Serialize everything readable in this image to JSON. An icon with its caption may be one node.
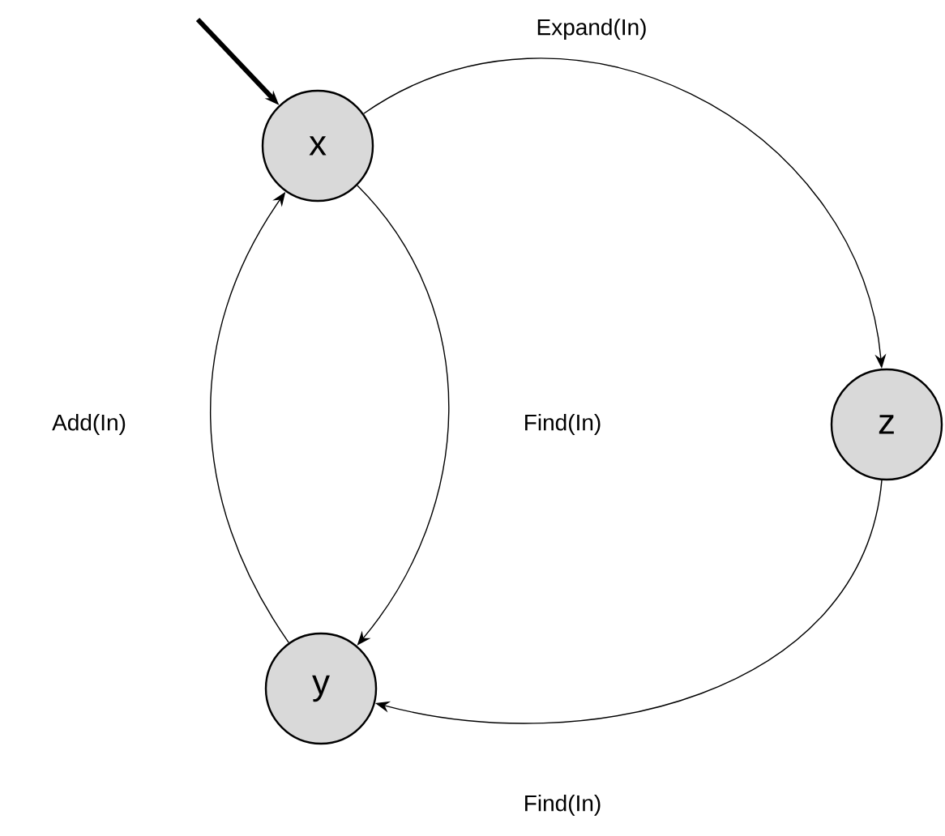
{
  "diagram": {
    "nodes": [
      {
        "text": [
          "x"
        ]
      },
      {
        "text": [
          "y"
        ]
      },
      {
        "text": [
          "z"
        ]
      }
    ],
    "edges": [
      {
        "from": null,
        "to": 0,
        "arrow": "to",
        "style": "thick"
      },
      {
        "from": 0,
        "to": 2,
        "arrow": "to",
        "label": "Expand(In)"
      },
      {
        "from": 0,
        "to": 1,
        "arrow": "to",
        "label": "Find(In)"
      },
      {
        "from": 1,
        "to": 0,
        "arrow": "to",
        "label": "Add(In)"
      },
      {
        "from": 2,
        "to": 1,
        "arrow": "to",
        "label": "Find(In)"
      }
    ]
  }
}
